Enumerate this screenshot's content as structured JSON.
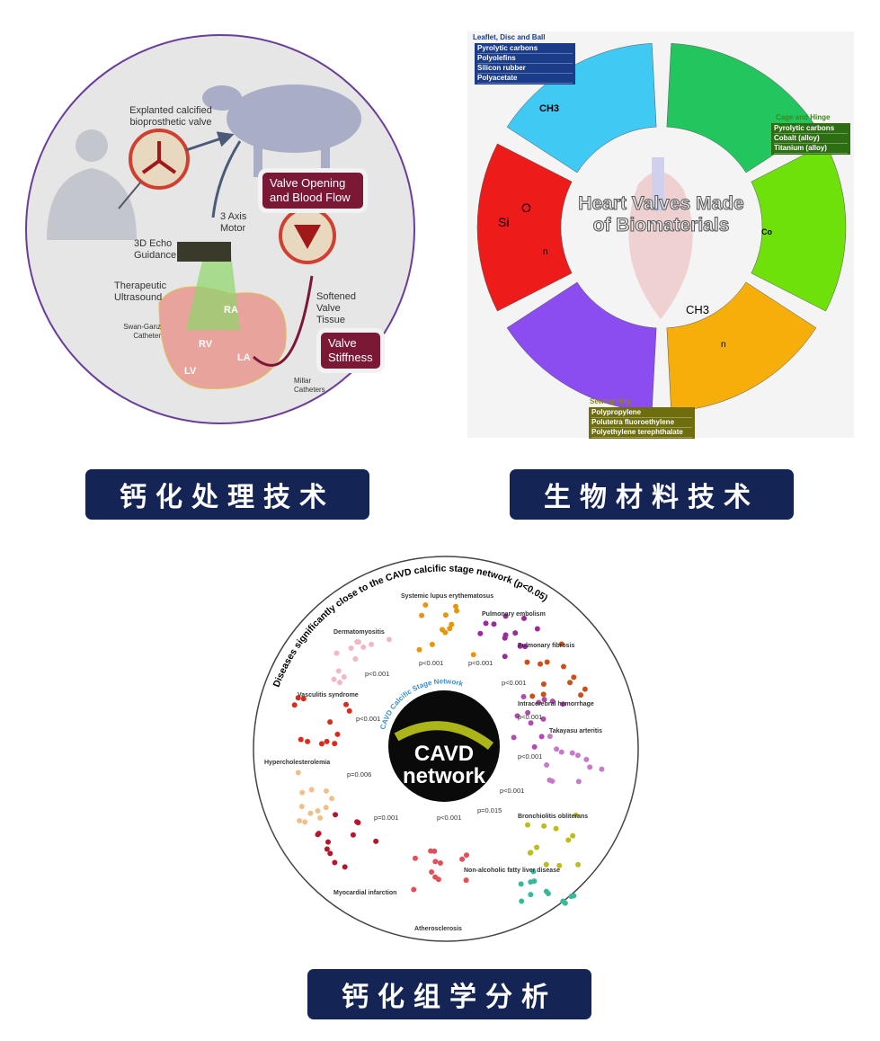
{
  "panels": {
    "calcification_treatment": {
      "banner": "钙化处理技术",
      "labels": {
        "explanted": "Explanted calcified bioprosthetic valve",
        "valve_opening": "Valve Opening and Blood Flow",
        "axis_motor": "3 Axis Motor",
        "echo": "3D Echo Guidance",
        "therapeutic": "Therapeutic Ultrasound",
        "swan_ganz": "Swan-Ganz Catheter",
        "softened": "Softened Valve Tissue",
        "stiffness": "Valve Stiffness",
        "millar": "Millar Catheters",
        "ra": "RA",
        "rv": "RV",
        "lv": "LV",
        "la": "LA"
      },
      "colors": {
        "tag": "#7a1836",
        "border": "#6a3d9a",
        "bg": "#e6e6e6"
      }
    },
    "biomaterials": {
      "banner": "生物材料技术",
      "center_title": "Heart Valves Made of Biomaterials",
      "leaflet_box": {
        "title": "Leaflet, Disc and Ball",
        "items": [
          "Pyrolytic carbons",
          "Polyolefins",
          "Silicon rubber",
          "Polyacetate"
        ]
      },
      "cage_box": {
        "title": "Cage and Hinge",
        "items": [
          "Pyrolytic carbons",
          "Cobalt (alloy)",
          "Titanium (alloy)"
        ]
      },
      "sewing_box": {
        "title": "Sewing ring",
        "items": [
          "Polypropylene",
          "Polutetra fluoroethylene",
          "Polyethylene terephthalate"
        ]
      },
      "formula_labels": {
        "ch3": "CH3",
        "o": "O",
        "si": "Si",
        "n": "n",
        "co": "Co"
      },
      "segment_colors": [
        "#22c55e",
        "#3fc9f3",
        "#ee1b1b",
        "#8b4cf0",
        "#f5ae0a",
        "#6ee10a"
      ]
    },
    "calcification_omics": {
      "banner": "钙化组学分析",
      "arc_title": "Diseases significantly close to the CAVD calcific stage network (p<0.05)",
      "center_arc": "CAVD Calcific Stage Network",
      "center_text": [
        "CAVD",
        "network"
      ],
      "diseases": [
        {
          "name": "Systemic lupus erythematosus",
          "p": "p<0.001",
          "color": "#e8950f"
        },
        {
          "name": "Dermatomyositis",
          "p": "p<0.001",
          "color": "#f0b8c4"
        },
        {
          "name": "Pulmonary embolism",
          "p": "p<0.001",
          "color": "#9b2a9b"
        },
        {
          "name": "Pulmonary fibrosis",
          "p": "p<0.001",
          "color": "#c8501a"
        },
        {
          "name": "Vasculitis syndrome",
          "p": "p<0.001",
          "color": "#dd2a1a"
        },
        {
          "name": "Intracerebral hemorrhage",
          "p": "p<0.001",
          "color": "#b04cb0"
        },
        {
          "name": "Takayasu arteritis",
          "p": "p<0.001",
          "color": "#c77ac7"
        },
        {
          "name": "Hypercholesterolemia",
          "p": "p=0.006",
          "color": "#f0c08a"
        },
        {
          "name": "Myocardial infarction",
          "p": "p=0.001",
          "color": "#b8142a"
        },
        {
          "name": "Atherosclerosis",
          "p": "p<0.001",
          "color": "#e0505a"
        },
        {
          "name": "Bronchiolitis obliterans",
          "p": "p<0.001",
          "color": "#bcbc1a"
        },
        {
          "name": "Non-alcoholic fatty liver disease",
          "p": "p=0.015",
          "color": "#3ab89a"
        }
      ]
    }
  }
}
